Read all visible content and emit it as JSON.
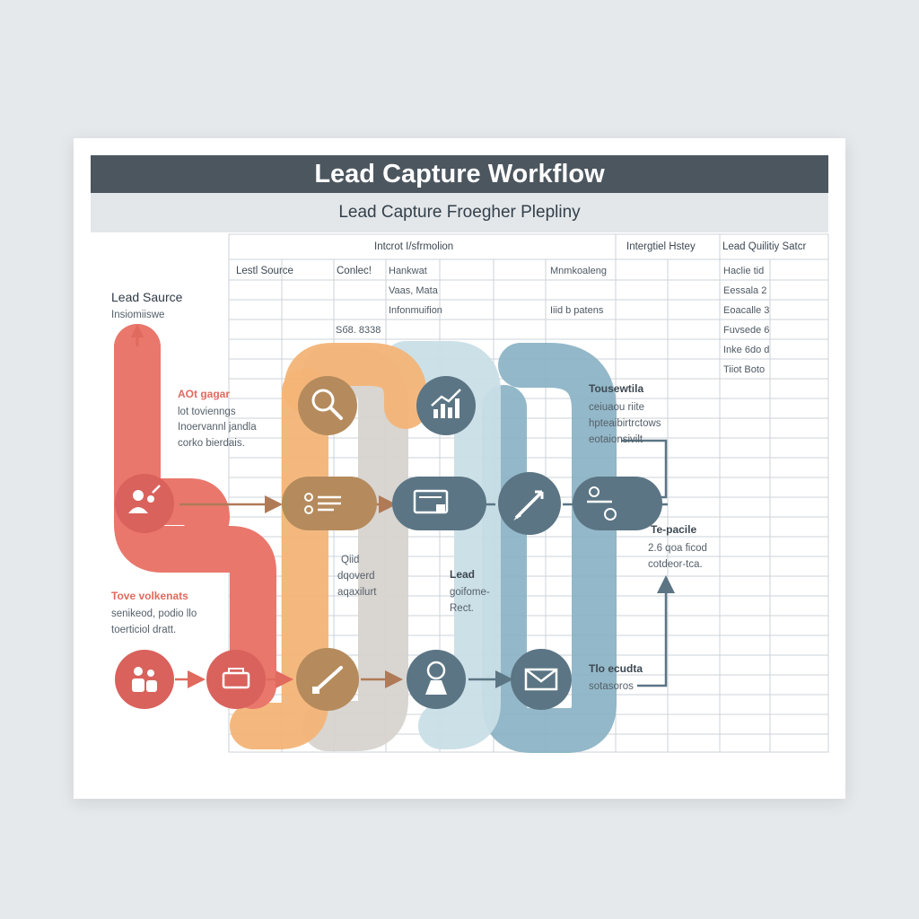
{
  "header": {
    "title": "Lead Capture Workflow",
    "subtitle": "Lead Capture Froegher Pleplіny"
  },
  "table": {
    "group_headers": [
      "Intcrot I/sfrmolion",
      "Intergtiel Hstey",
      "Lead Quilitiy Satcr"
    ],
    "col_headers": [
      "Lestl Source",
      "Conlec!",
      "Hankwat",
      "Mnmkoaleng"
    ],
    "cells": [
      "Vaas, Mata",
      "Infonmuifion",
      "Iiid b patens",
      "Sб8. 8338"
    ],
    "right_col": [
      "Haclie tid",
      "Eessala 2",
      "Eoacalle 3",
      "Fuvsede 6",
      "Inke 6do d",
      "Tiiot Boto"
    ]
  },
  "annotations": {
    "lead_source": "Lead Saurce",
    "lead_source_sub": "Insiomiiswe",
    "red_top_title": "AOt gagar",
    "red_top_lines": [
      "lot tovienngs",
      "Inoervannl jandla",
      "corko bierdais."
    ],
    "red_bottom_title": "Tove volkenats",
    "red_bottom_lines": [
      "senikeod, podio llo",
      "toerticiol dratt."
    ],
    "mid_orange_lines": [
      "Qiid",
      "dqoverd",
      "aqaxilurt"
    ],
    "mid_blue_lines": [
      "Lead",
      "goifome-",
      "Rect."
    ],
    "right_top_title": "Tousewtila",
    "right_top_lines": [
      "ceiuaou riite",
      "hpteaibirtrctows",
      "eotaionsivilt"
    ],
    "right_mid_title": "Te-pacile",
    "right_mid_lines": [
      "2.6 qoa ficod",
      "cotdeor-tca."
    ],
    "right_bottom_title": "Tlo ecudta",
    "right_bottom_lines": [
      "sotasoros"
    ]
  },
  "icons": {
    "row1": [
      "magnifier-icon",
      "growth-chart-icon"
    ],
    "row2": [
      "lead-people-icon",
      "form-list-icon",
      "screen-card-icon",
      "pencil-arrow-icon",
      "user-check-icon"
    ],
    "row3": [
      "group-people-icon",
      "inbox-icon",
      "wand-icon",
      "person-icon",
      "envelope-icon"
    ]
  },
  "colors": {
    "title_bar": "#4c565f",
    "red_band": "#e9776c",
    "orange_band": "#f3b477",
    "gray_band": "#d5d1cc",
    "light_blue_band": "#c8dde6",
    "blue_band": "#87b0c3",
    "red_node": "#d9625c",
    "orange_node": "#b58b5d",
    "slate_node": "#5b7584"
  }
}
